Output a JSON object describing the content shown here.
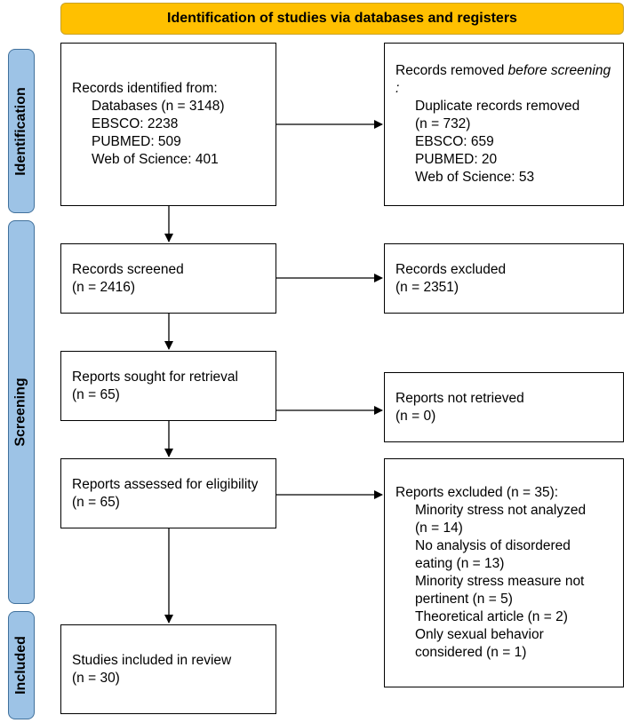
{
  "header": "Identification of studies via databases and registers",
  "phases": {
    "identification": "Identification",
    "screening": "Screening",
    "included": "Included"
  },
  "boxes": {
    "records_identified": {
      "title": "Records identified from:",
      "items": [
        "Databases (n = 3148)",
        "EBSCO: 2238",
        "PUBMED: 509",
        "Web of Science: 401"
      ]
    },
    "records_removed": {
      "title_plain": "Records removed ",
      "title_italic": "before screening",
      "title_colon": ":",
      "items": [
        "Duplicate records removed (n = 732)",
        "EBSCO: 659",
        "PUBMED: 20",
        "Web of Science: 53"
      ]
    },
    "records_screened": {
      "title": "Records screened",
      "n": "(n = 2416)"
    },
    "records_excluded": {
      "title": "Records excluded",
      "n": "(n = 2351)"
    },
    "reports_sought": {
      "title": "Reports sought for retrieval",
      "n": "(n = 65)"
    },
    "reports_not_retrieved": {
      "title": "Reports not retrieved",
      "n": "(n = 0)"
    },
    "reports_assessed": {
      "title": "Reports assessed for eligibility",
      "n": "(n = 65)"
    },
    "reports_excluded": {
      "title": "Reports excluded (n = 35):",
      "items": [
        "Minority stress not analyzed (n = 14)",
        "No analysis of disordered eating (n = 13)",
        "Minority stress measure not pertinent (n = 5)",
        "Theoretical article (n = 2)",
        "Only sexual behavior considered (n = 1)"
      ]
    },
    "studies_included": {
      "title": "Studies included in review",
      "n": "(n = 30)"
    }
  }
}
